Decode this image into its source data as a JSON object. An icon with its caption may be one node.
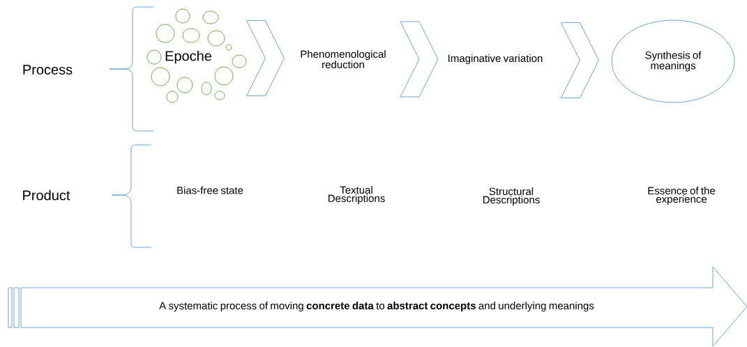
{
  "diagram": {
    "nodes": [
      {
        "text": [
          "Epoche"
        ]
      },
      {
        "text": [
          "Phenomenological reduction"
        ]
      },
      {
        "text": [
          "Imaginative variation"
        ]
      },
      {
        "text": [
          "Synthesis of meanings"
        ]
      },
      {
        "text": [
          "A systematic process of moving **concrete data** to **abstract concepts** and underlying meanings"
        ]
      }
    ],
    "edges": [
      {
        "from": 0,
        "to": 1,
        "arrow": "to"
      },
      {
        "from": 1,
        "to": 2,
        "arrow": "to"
      },
      {
        "from": 2,
        "to": 3,
        "arrow": "to"
      }
    ],
    "labels": [
      "Process",
      "Product",
      "Bias-free state",
      "Textual Descriptions",
      "Structural Descriptions",
      "Essence of the experience"
    ]
  }
}
